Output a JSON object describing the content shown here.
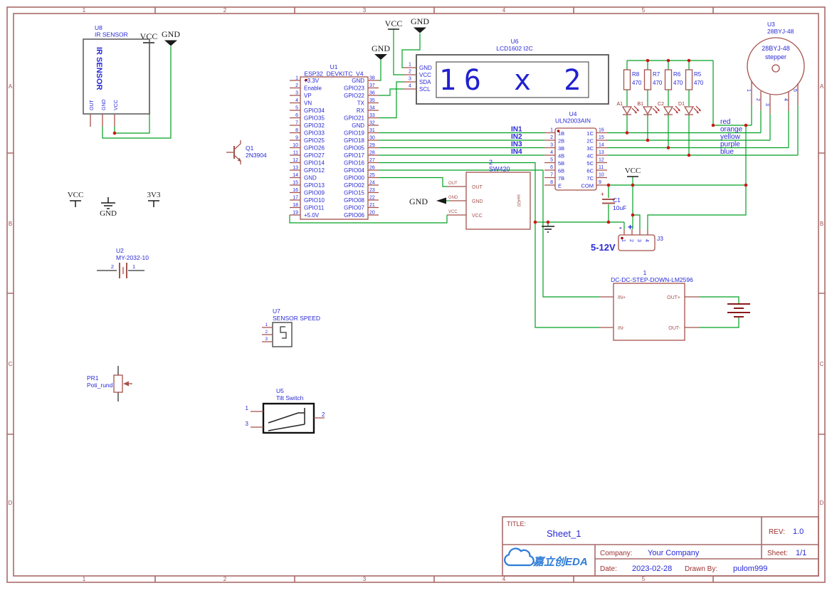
{
  "frame": {
    "cols": [
      "1",
      "2",
      "3",
      "4",
      "5"
    ],
    "rows": [
      "A",
      "B",
      "C",
      "D"
    ]
  },
  "colors": {
    "wire_green": "#00a023",
    "symbol_red": "#a5524c",
    "text_blue": "#2929d6",
    "label_dark_red": "#9b3030",
    "frame_red": "#aa6a6a",
    "junction_red": "#cf1616",
    "logo_blue": "#2e7bd6"
  },
  "u8": {
    "ref": "U8",
    "value": "IR SENSOR",
    "body": "IR SENSOR",
    "pins": [
      "OUT",
      "GND",
      "VCC"
    ]
  },
  "power": {
    "vcc": "VCC",
    "gnd": "GND",
    "v33": "3V3"
  },
  "q1": {
    "ref": "Q1",
    "value": "2N3904"
  },
  "u2": {
    "ref": "U2",
    "value": "MY-2032-10",
    "pin2": "2",
    "pin1": "1"
  },
  "u7": {
    "ref": "U7",
    "value": "SENSOR SPEED",
    "pins": [
      "1",
      "2",
      "3"
    ]
  },
  "pr1": {
    "ref": "PR1",
    "value": "Poti_rund"
  },
  "u5": {
    "ref": "U5",
    "value": "Tilt Switch",
    "pin1": "1",
    "pin3": "3",
    "pin2": "2"
  },
  "u1": {
    "ref": "U1",
    "value": "ESP32_DEVKITC_V4",
    "left_nums": [
      "1",
      "2",
      "3",
      "4",
      "5",
      "6",
      "7",
      "8",
      "9",
      "10",
      "11",
      "12",
      "13",
      "14",
      "15",
      "16",
      "17",
      "18",
      "19"
    ],
    "left_names": [
      "+3.3V",
      "Enable",
      "VP",
      "VN",
      "GPIO34",
      "GPIO35",
      "GPIO32",
      "GPIO33",
      "GPIO25",
      "GPIO26",
      "GPIO27",
      "GPIO14",
      "GPIO12",
      "GND",
      "GPIO13",
      "GPIO09",
      "GPIO10",
      "GPIO11",
      "+5.0V"
    ],
    "right_nums": [
      "38",
      "37",
      "36",
      "35",
      "34",
      "33",
      "32",
      "31",
      "30",
      "29",
      "28",
      "27",
      "26",
      "25",
      "24",
      "23",
      "22",
      "21",
      "20"
    ],
    "right_names": [
      "GND",
      "GPIO23",
      "GPIO22",
      "TX",
      "RX",
      "GPIO21",
      "GND",
      "GPIO19",
      "GPIO18",
      "GPIO05",
      "GPIO17",
      "GPIO16",
      "GPIO04",
      "GPIO00",
      "GPIO02",
      "GPIO15",
      "GPIO08",
      "GPIO07",
      "GPIO06"
    ]
  },
  "u6": {
    "ref": "U6",
    "value": "LCD1602 I2C",
    "display": "16 x 2",
    "nums": [
      "1",
      "2",
      "3",
      "4"
    ],
    "names": [
      "GND",
      "VCC",
      "SDA",
      "SCL"
    ]
  },
  "u4": {
    "ref": "U4",
    "value": "ULN2003AIN",
    "left_nums": [
      "1",
      "2",
      "3",
      "4",
      "5",
      "6",
      "7",
      "8"
    ],
    "left_names": [
      "1B",
      "2B",
      "3B",
      "4B",
      "5B",
      "6B",
      "7B",
      "E"
    ],
    "right_nums": [
      "16",
      "15",
      "14",
      "13",
      "12",
      "11",
      "10",
      "9"
    ],
    "right_names": [
      "1C",
      "2C",
      "3C",
      "4C",
      "5C",
      "6C",
      "7C",
      "COM"
    ]
  },
  "sw420": {
    "ref": "2",
    "value": "SW420",
    "pin_labels": [
      "OUT",
      "GND",
      "VCC"
    ],
    "inner_labels": [
      "OUT",
      "GND",
      "VCC"
    ],
    "side_text": "sw420"
  },
  "resistors": [
    {
      "ref": "R8",
      "value": "470"
    },
    {
      "ref": "R7",
      "value": "470"
    },
    {
      "ref": "R6",
      "value": "470"
    },
    {
      "ref": "R5",
      "value": "470"
    }
  ],
  "leds": [
    {
      "ref": "A1"
    },
    {
      "ref": "B1"
    },
    {
      "ref": "C2"
    },
    {
      "ref": "D1"
    }
  ],
  "u3": {
    "ref": "U3",
    "value": "28BYJ-48",
    "body_line1": "28BYJ-48",
    "body_line2": "stepper",
    "pins": [
      "1",
      "2",
      "3",
      "4",
      "5"
    ]
  },
  "nets": {
    "inputs": [
      "IN1",
      "IN2",
      "IN3",
      "IN4"
    ],
    "wires": [
      "red",
      "orange",
      "yellow",
      "purple",
      "blue"
    ]
  },
  "c1": {
    "ref": "C1",
    "value": "10uF",
    "plus": "+"
  },
  "j3": {
    "ref": "J3",
    "label": "5-12V",
    "minus": "-",
    "plus": "+",
    "pins": [
      "1",
      "2",
      "3",
      "4"
    ]
  },
  "dcdc": {
    "ref": "1",
    "value": "DC-DC-STEP-DOWN-LM2596",
    "pin_in_plus": "IN+",
    "pin_in_minus": "IN-",
    "pin_out_plus": "OUT+",
    "pin_out_minus": "OUT-"
  },
  "title_block": {
    "title_label": "TITLE:",
    "title": "Sheet_1",
    "rev_label": "REV:",
    "rev": "1.0",
    "company_label": "Company:",
    "company": "Your Company",
    "sheet_label": "Sheet:",
    "sheet": "1/1",
    "date_label": "Date:",
    "date": "2023-02-28",
    "drawn_label": "Drawn By:",
    "drawn_by": "pulom999",
    "logo": "嘉立创EDA"
  }
}
